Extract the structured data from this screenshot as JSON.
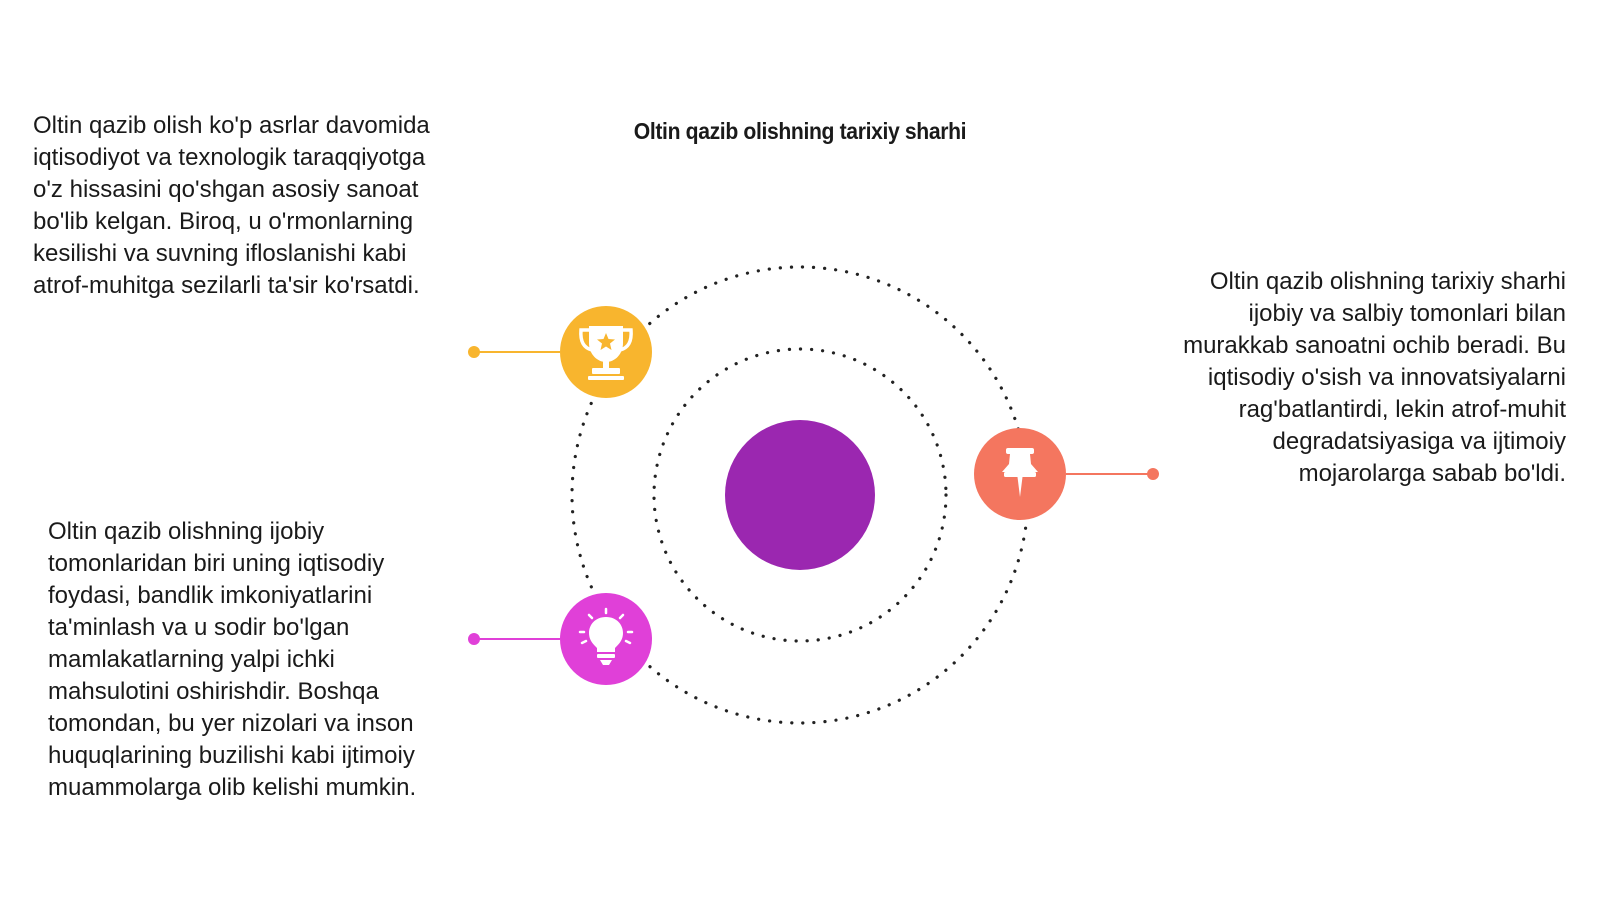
{
  "title": "Oltin qazib olishning tarixiy sharhi",
  "colors": {
    "center": "#9b27b0",
    "trophy": "#f8b52e",
    "pin": "#f4765f",
    "bulb": "#e040d8",
    "orbit": "#222222"
  },
  "nodes": [
    {
      "icon": "trophy-icon",
      "text": "Oltin qazib olish ko'p asrlar davomida iqtisodiyot va texnologik taraqqiyotga o'z hissasini qo'shgan asosiy sanoat bo'lib kelgan. Biroq, u o'rmonlarning kesilishi va suvning ifloslanishi kabi atrof-muhitga sezilarli ta'sir ko'rsatdi."
    },
    {
      "icon": "pushpin-icon",
      "text": "Oltin qazib olishning tarixiy sharhi ijobiy va salbiy tomonlari bilan murakkab sanoatni ochib beradi. Bu iqtisodiy o'sish va innovatsiyalarni rag'batlantirdi, lekin atrof-muhit degradatsiyasiga va ijtimoiy mojarolarga sabab bo'ldi."
    },
    {
      "icon": "lightbulb-icon",
      "text": "Oltin qazib olishning ijobiy tomonlaridan biri uning iqtisodiy foydasi, bandlik imkoniyatlarini ta'minlash va u sodir bo'lgan mamlakatlarning yalpi ichki mahsulotini oshirishdir. Boshqa tomondan, bu yer nizolari va inson huquqlarining buzilishi kabi ijtimoiy muammolarga olib kelishi mumkin."
    }
  ]
}
